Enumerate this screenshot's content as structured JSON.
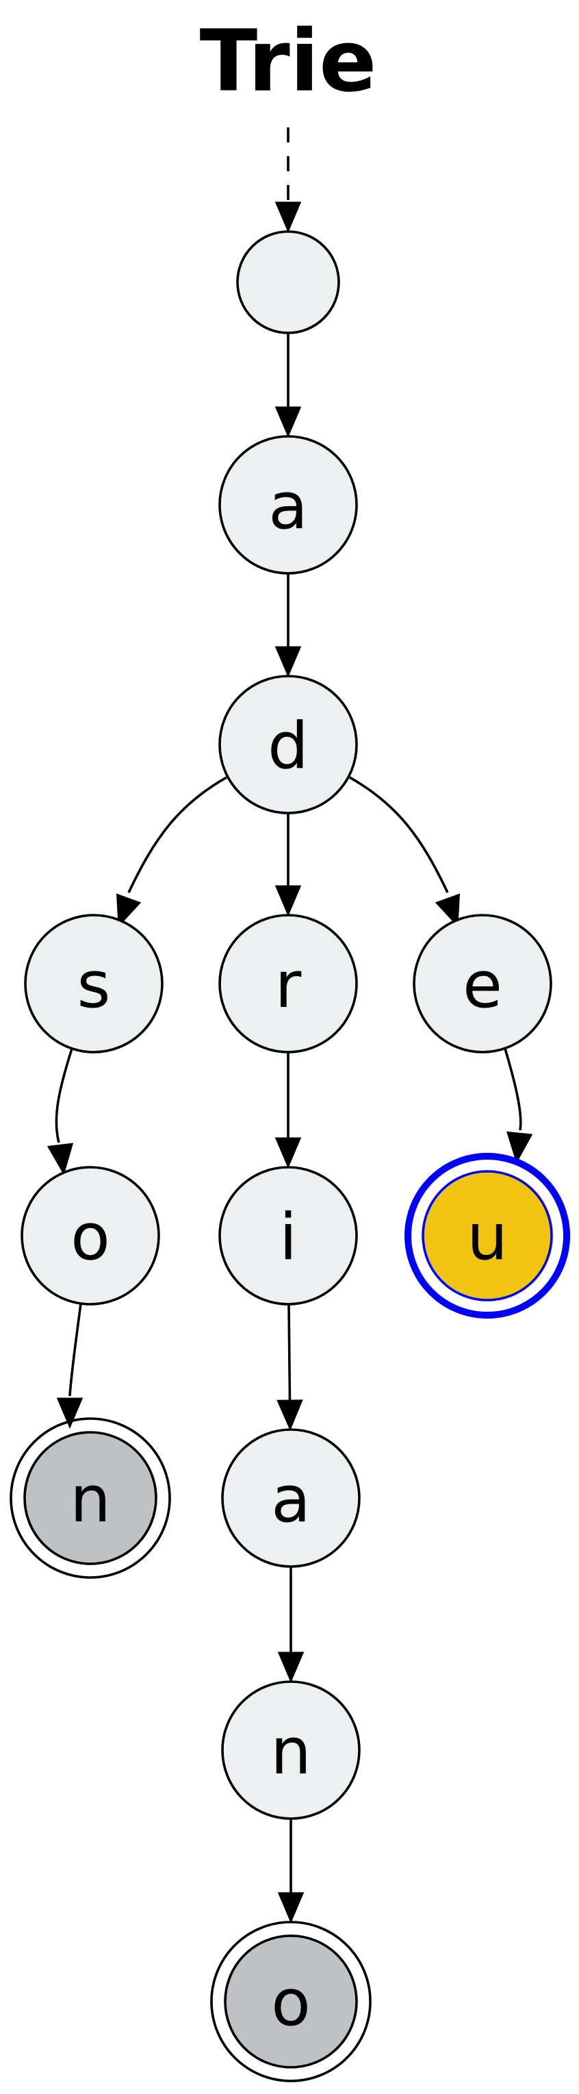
{
  "title": "Trie",
  "colors": {
    "node_fill": "#edf0f1",
    "terminal_fill": "#bec2c5",
    "highlight_fill": "#f1c40f",
    "highlight_stroke": "#0000ff",
    "stroke": "#000000"
  },
  "nodes": [
    {
      "id": "root",
      "label": "",
      "kind": "root"
    },
    {
      "id": "a1",
      "label": "a",
      "kind": "normal"
    },
    {
      "id": "d",
      "label": "d",
      "kind": "normal"
    },
    {
      "id": "s",
      "label": "s",
      "kind": "normal"
    },
    {
      "id": "r",
      "label": "r",
      "kind": "normal"
    },
    {
      "id": "e",
      "label": "e",
      "kind": "normal"
    },
    {
      "id": "o1",
      "label": "o",
      "kind": "normal"
    },
    {
      "id": "i",
      "label": "i",
      "kind": "normal"
    },
    {
      "id": "u",
      "label": "u",
      "kind": "highlight"
    },
    {
      "id": "n1",
      "label": "n",
      "kind": "terminal"
    },
    {
      "id": "a2",
      "label": "a",
      "kind": "normal"
    },
    {
      "id": "n2",
      "label": "n",
      "kind": "normal"
    },
    {
      "id": "o2",
      "label": "o",
      "kind": "terminal"
    }
  ],
  "edges": [
    {
      "from": "title",
      "to": "root",
      "style": "dashed"
    },
    {
      "from": "root",
      "to": "a1",
      "style": "solid"
    },
    {
      "from": "a1",
      "to": "d",
      "style": "solid"
    },
    {
      "from": "d",
      "to": "s",
      "style": "solid"
    },
    {
      "from": "d",
      "to": "r",
      "style": "solid"
    },
    {
      "from": "d",
      "to": "e",
      "style": "solid"
    },
    {
      "from": "s",
      "to": "o1",
      "style": "solid"
    },
    {
      "from": "o1",
      "to": "n1",
      "style": "solid"
    },
    {
      "from": "r",
      "to": "i",
      "style": "solid"
    },
    {
      "from": "i",
      "to": "a2",
      "style": "solid"
    },
    {
      "from": "a2",
      "to": "n2",
      "style": "solid"
    },
    {
      "from": "n2",
      "to": "o2",
      "style": "solid"
    },
    {
      "from": "e",
      "to": "u",
      "style": "solid"
    }
  ]
}
